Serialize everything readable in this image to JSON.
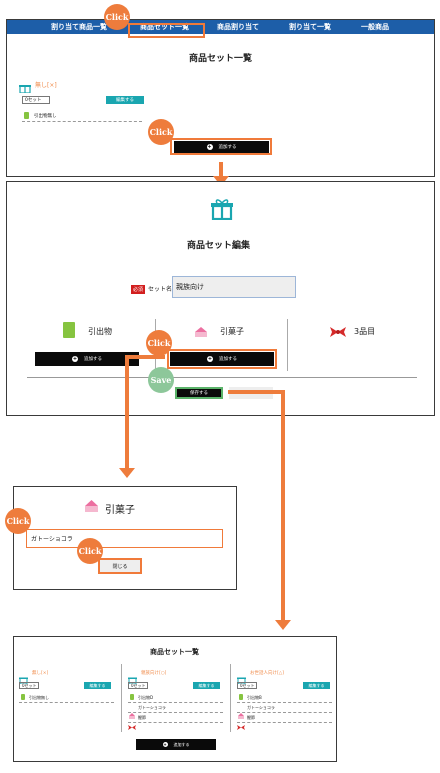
{
  "nav": {
    "items": [
      "割り当て商品一覧",
      "商品セット一覧",
      "商品割り当て",
      "割り当て一覧",
      "一般商品"
    ]
  },
  "bubbles": {
    "click": "Click",
    "save": "Save"
  },
  "panel1": {
    "title": "商品セット一覧",
    "set_name": "無し[×]",
    "count": "0セット",
    "edit_label": "編集する",
    "item": "引出物無し",
    "add_label": "追加する"
  },
  "panel2": {
    "title": "商品セット編集",
    "required": "必須",
    "set_name_label": "セット名",
    "set_name_value": "親族向け",
    "col1": "引出物",
    "col2": "引菓子",
    "col3": "3品目",
    "add_label": "追加する",
    "save_label": "保存する"
  },
  "panel3": {
    "title": "引菓子",
    "input_value": "ガトーショコラ",
    "close_label": "閉じる"
  },
  "panel4": {
    "title": "商品セット一覧",
    "columns": [
      {
        "name": "無し[×]",
        "count": "0セット",
        "edit": "編集する",
        "items": [
          "引出物無し"
        ]
      },
      {
        "name": "親族向け[○]",
        "count": "0セット",
        "edit": "編集する",
        "items": [
          "引出物D",
          "ガトーショコラ",
          "鰹節"
        ]
      },
      {
        "name": "お世話人向け[△]",
        "count": "0セット",
        "edit": "編集する",
        "items": [
          "引出物B",
          "ガトーショコラ",
          "鰹節"
        ]
      }
    ],
    "add_label": "追加する"
  },
  "colors": {
    "nav": "#1d5ea8",
    "accent": "#ee7c3c",
    "teal": "#1aa6b0",
    "save_bubble": "#8dc79a"
  }
}
